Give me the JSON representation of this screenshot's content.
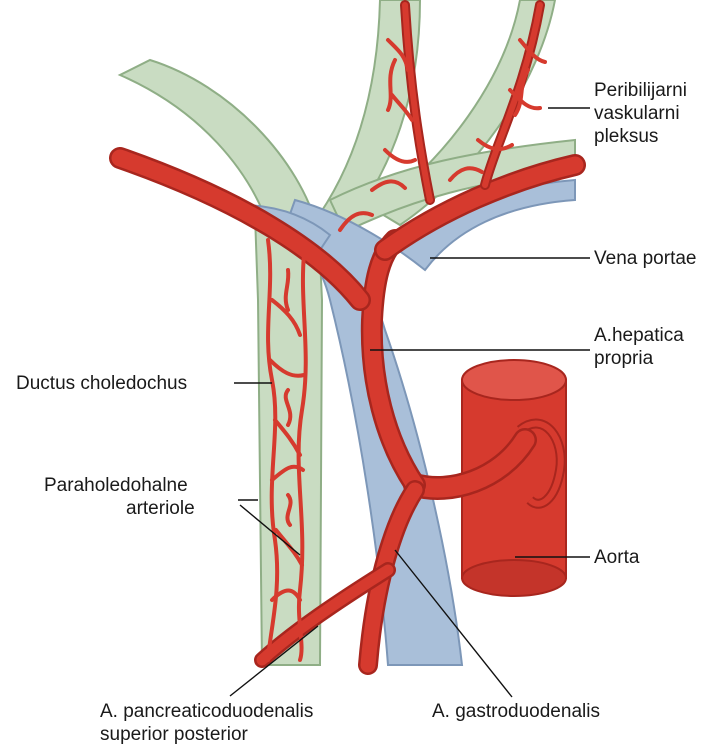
{
  "labels": {
    "peribiliary": [
      "Peribilijarni",
      "vaskularni",
      "pleksus"
    ],
    "vena_portae": "Vena portae",
    "hepatica_propria": [
      "A.hepatica",
      "propria"
    ],
    "ductus": "Ductus choledochus",
    "paraholedohalne": [
      "Paraholedohalne",
      "arteriole"
    ],
    "aorta": "Aorta",
    "pancreaticoduodenalis": [
      "A. pancreaticoduodenalis",
      "superior posterior"
    ],
    "gastroduodenalis": "A. gastroduodenalis"
  },
  "colors": {
    "artery": "#d63a2e",
    "artery_dark": "#a8261e",
    "artery_light": "#e8675c",
    "duct": "#c9dcc2",
    "duct_edge": "#8fae86",
    "vein": "#a9bfd9",
    "vein_edge": "#7d97b8",
    "text": "#1a1a1a"
  }
}
